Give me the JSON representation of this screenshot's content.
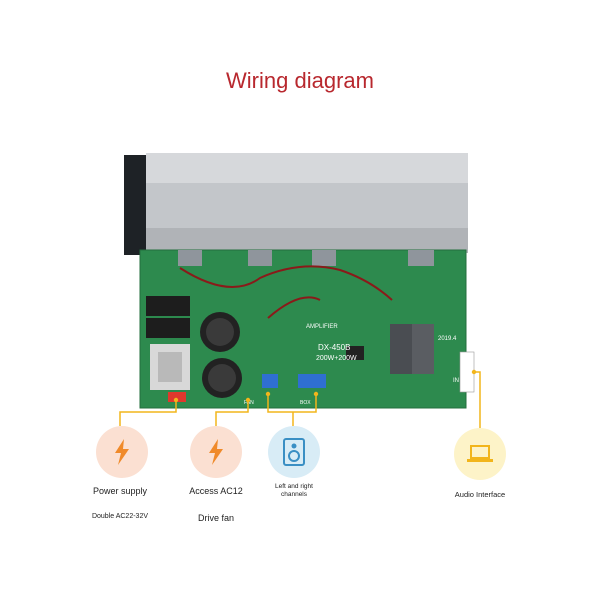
{
  "title": "Wiring diagram",
  "board": {
    "model_line1": "DX-450B",
    "model_line2": "200W+200W",
    "year": "2019.4",
    "silk_amplifier": "AMPLIFIER",
    "terminal_in": "IN",
    "terminal_fan": "FAN",
    "terminal_spk": "BOX"
  },
  "items": [
    {
      "icon": "lightning-bolt-icon",
      "label": "Power supply",
      "sublabel": "Double AC22-32V",
      "bg": "#fbe0d2",
      "fg": "#f08a2a"
    },
    {
      "icon": "lightning-bolt-icon",
      "label": "Access AC12",
      "sublabel": "Drive fan",
      "bg": "#fbe0d2",
      "fg": "#f08a2a"
    },
    {
      "icon": "speaker-icon",
      "label": "Left and right channels",
      "sublabel": "",
      "bg": "#d8ecf6",
      "fg": "#3a8fc4"
    },
    {
      "icon": "laptop-icon",
      "label": "Audio Interface",
      "sublabel": "",
      "bg": "#fdf3c8",
      "fg": "#f2b51b"
    }
  ],
  "colors": {
    "connector_line": "#f2b51b",
    "pcb_green": "#2d8a4e",
    "heatsink": "#c9ccd0"
  }
}
